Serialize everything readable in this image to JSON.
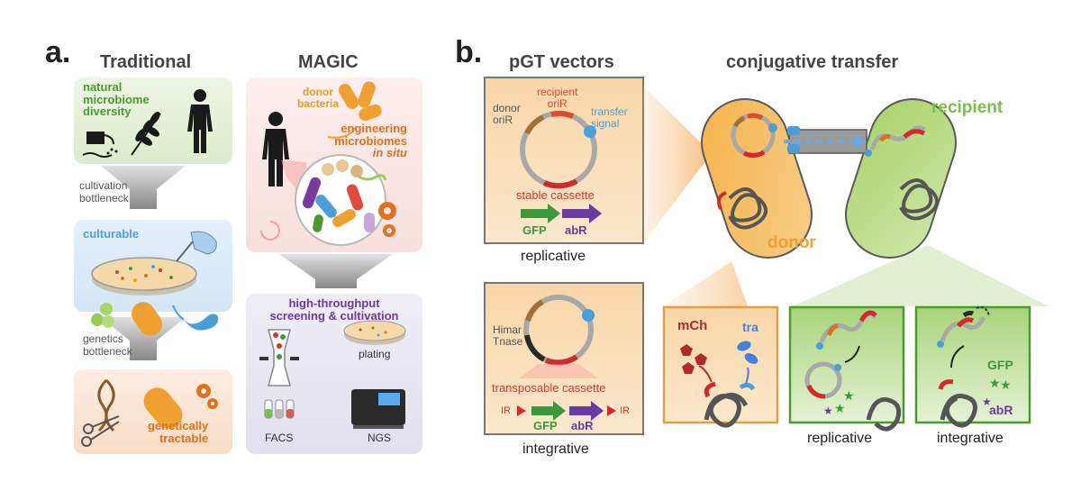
{
  "panel_a": {
    "letter": "a.",
    "traditional": {
      "heading": "Traditional",
      "natural_line1": "natural",
      "natural_line2": "microbiome",
      "natural_line3": "diversity",
      "cultivation_line1": "cultivation",
      "cultivation_line2": "bottleneck",
      "culturable": "culturable",
      "genetics_line1": "genetics",
      "genetics_line2": "bottleneck",
      "tractable_line1": "genetically",
      "tractable_line2": "tractable"
    },
    "magic": {
      "heading": "MAGIC",
      "donor_line1": "donor",
      "donor_line2": "bacteria",
      "eng_line1": "engineering",
      "eng_line2": "microbiomes",
      "eng_line3": "in situ",
      "hts_line1": "high-throughput",
      "hts_line2": "screening & cultivation",
      "plating": "plating",
      "facs": "FACS",
      "ngs": "NGS"
    }
  },
  "panel_b": {
    "letter": "b.",
    "vectors_heading": "pGT vectors",
    "conj_heading": "conjugative transfer",
    "replicative_vector": {
      "donor_oriR_line1": "donor",
      "donor_oriR_line2": "oriR",
      "recipient_oriR_line1": "recipient",
      "recipient_oriR_line2": "oriR",
      "transfer_line1": "transfer",
      "transfer_line2": "signal",
      "cassette": "stable cassette",
      "gfp": "GFP",
      "abr": "abR",
      "caption": "replicative"
    },
    "integrative_vector": {
      "tnase_line1": "Himar",
      "tnase_line2": "Tnase",
      "cassette": "transposable cassette",
      "ir_left": "IR",
      "gfp": "GFP",
      "abr": "abR",
      "ir_right": "IR",
      "caption": "integrative"
    },
    "conjugation": {
      "recipient": "recipient",
      "donor": "donor",
      "mch": "mCh",
      "tra": "tra",
      "replicative_caption": "replicative",
      "integrative_caption": "integrative",
      "gfp": "GFP",
      "abr": "abR"
    }
  },
  "colors": {
    "green_text": "#4a9a2e",
    "orange_text": "#e0701f",
    "red_text": "#d13a2a",
    "blue_text": "#4a9fd9",
    "purple_text": "#6a3aa0",
    "gfp_green": "#3a9a3a",
    "abr_purple": "#6a3aa0",
    "donor_orange": "#f0a030",
    "recipient_green": "#9acb5a"
  }
}
